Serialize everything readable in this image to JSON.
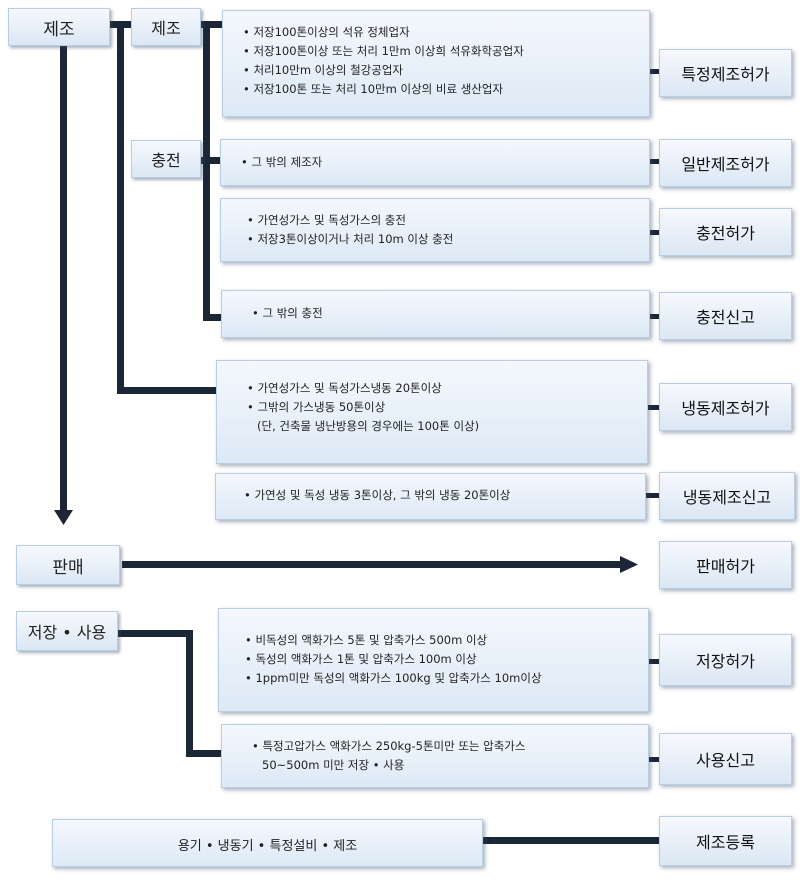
{
  "categories": {
    "manufacture": "제조",
    "sale": "판매",
    "storage_use": "저장 • 사용"
  },
  "sub_labels": {
    "manufacture": "제조",
    "charging": "충전"
  },
  "groups": {
    "manufacture_specific": [
      "저장100톤이상의 석유 정체업자",
      "저장100톤이상 또는 처리 1만m 이상희 석유화학공업자",
      "처리10만m 이상의 철강공업자",
      "저장100톤 또는 처리 10만m 이상의 비료 생산업자"
    ],
    "manufacture_other": [
      "그 밖의 제조자"
    ],
    "charging_permit": [
      "가연성가스 및 독성가스의 충전",
      "저장3톤이상이거나 처리 10m 이상 충전"
    ],
    "charging_report": [
      "그 밖의 충전"
    ],
    "refrigeration_permit": [
      "가연성가스 및 독성가스냉동 20톤이상",
      "그밖의 가스냉동 50톤이상"
    ],
    "refrigeration_permit_note": "(단, 건축물 냉난방용의 경우에는 100톤 이상)",
    "refrigeration_report": [
      "가연성 및 독성 냉동 3톤이상, 그 밖의 냉동 20톤이상"
    ],
    "storage_permit": [
      "비독성의 액화가스 5톤 및 압축가스 500m 이상",
      "독성의 액화가스 1톤 및 압축가스 100m 이상",
      "1ppm미만 독성의 액화가스 100kg 및 압축가스 10m이상"
    ],
    "use_report": [
      "특정고압가스 액화가스 250kg-5톤미만 또는 압축가스"
    ],
    "use_report_line2": "50~500m 미만 저장 • 사용",
    "equipment": "용기 • 냉동기 • 특정설비 • 제조"
  },
  "results": {
    "specific_manufacture_permit": "특정제조허가",
    "general_manufacture_permit": "일반제조허가",
    "charging_permit": "충전허가",
    "charging_report": "충전신고",
    "refrigeration_manufacture_permit": "냉동제조허가",
    "refrigeration_manufacture_report": "냉동제조신고",
    "sale_permit": "판매허가",
    "storage_permit": "저장허가",
    "use_report": "사용신고",
    "manufacture_registration": "제조등록"
  },
  "colors": {
    "connector": "#1b2636",
    "box_top": "#f4f8fd",
    "box_bottom": "#dde9f6",
    "box_border": "#b9cde3"
  }
}
